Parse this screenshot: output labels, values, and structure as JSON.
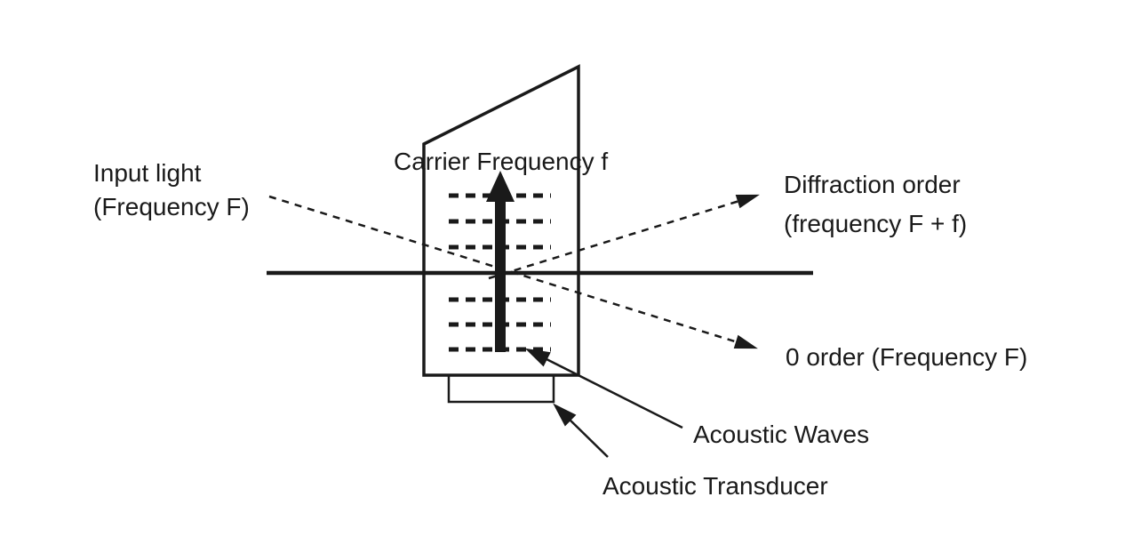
{
  "theme": {
    "ink": "#1a1a1a",
    "background": "#ffffff"
  },
  "diagram": {
    "labels": {
      "input_light_line1": "Input light",
      "input_light_line2": "(Frequency F)",
      "carrier_frequency": "Carrier Frequency f",
      "diffraction_order_line1": "Diffraction order",
      "diffraction_order_line2": "(frequency F + f)",
      "zero_order": "0 order (Frequency F)",
      "acoustic_waves": "Acoustic Waves",
      "acoustic_transducer": "Acoustic Transducer"
    }
  }
}
